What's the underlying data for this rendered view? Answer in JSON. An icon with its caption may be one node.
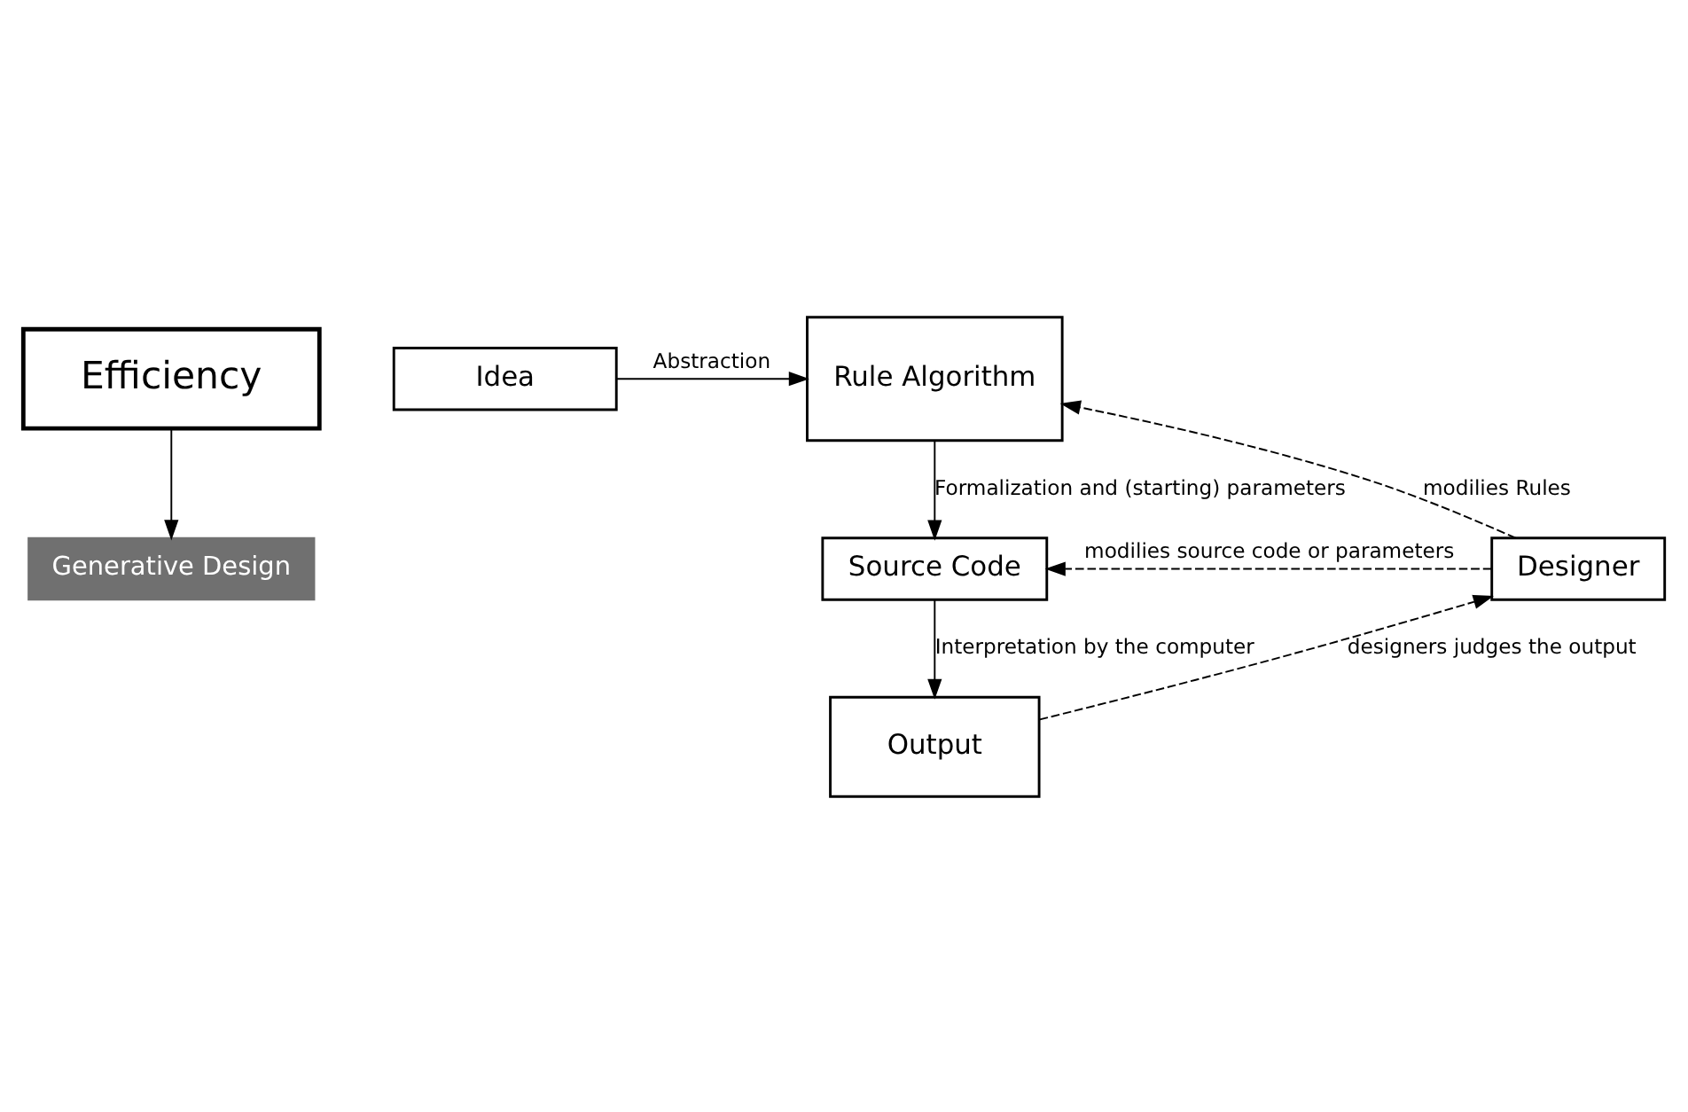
{
  "diagram": {
    "nodes": [
      {
        "text": [
          "Efficiency"
        ]
      },
      {
        "text": [
          "Generative Design"
        ]
      },
      {
        "text": [
          "Idea"
        ]
      },
      {
        "text": [
          "Rule Algorithm"
        ]
      },
      {
        "text": [
          "Source Code"
        ]
      },
      {
        "text": [
          "Output"
        ]
      },
      {
        "text": [
          "Designer"
        ]
      }
    ],
    "edges": [
      {
        "from": 0,
        "to": 1,
        "arrow": "to"
      },
      {
        "from": 2,
        "to": 3,
        "arrow": "to",
        "label": "Abstraction"
      },
      {
        "from": 3,
        "to": 4,
        "arrow": "to",
        "label": "Formalization and (starting) parameters"
      },
      {
        "from": 4,
        "to": 5,
        "arrow": "to",
        "label": "Interpretation by the computer"
      },
      {
        "from": 6,
        "to": 3,
        "arrow": "to",
        "label": "modilies Rules",
        "style": "dashed"
      },
      {
        "from": 6,
        "to": 4,
        "arrow": "to",
        "label": "modilies source code or parameters",
        "style": "dashed"
      },
      {
        "from": 5,
        "to": 6,
        "arrow": "to",
        "label": "designers judges the output",
        "style": "dashed"
      }
    ]
  }
}
